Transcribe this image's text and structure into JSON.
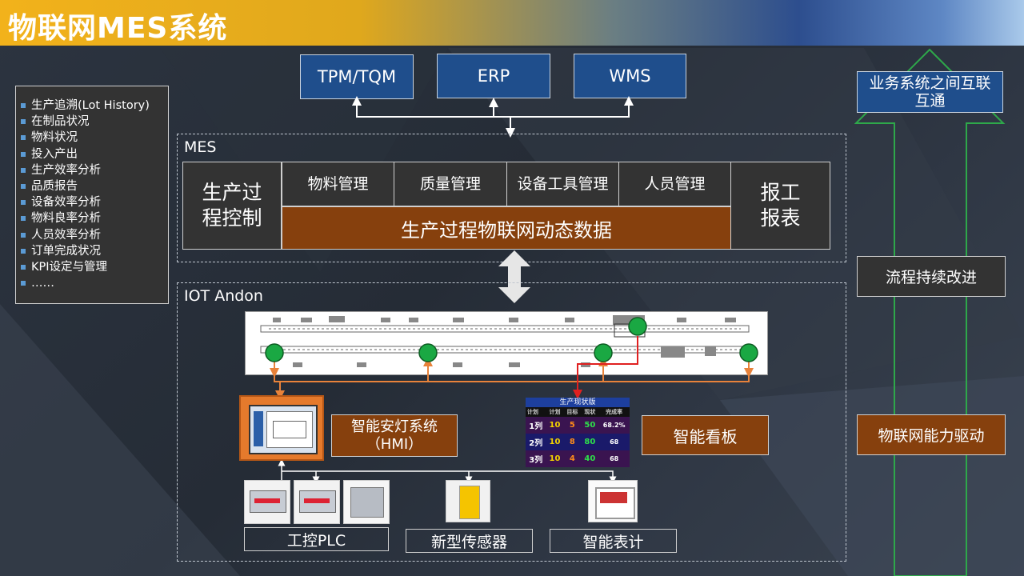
{
  "title": "物联网MES系统",
  "top_systems": [
    "TPM/TQM",
    "ERP",
    "WMS"
  ],
  "feature_list": [
    "生产追溯(Lot History)",
    "在制品状况",
    "物料状况",
    "投入产出",
    "生产效率分析",
    "品质报告",
    "设备效率分析",
    "物料良率分析",
    "人员效率分析",
    "订单完成状况",
    "KPI设定与管理",
    "……"
  ],
  "mes": {
    "label": "MES",
    "left_block": "生产过程控制",
    "modules": [
      "物料管理",
      "质量管理",
      "设备工具管理",
      "人员管理"
    ],
    "data_bar": "生产过程物联网动态数据",
    "right_block": "报工报表"
  },
  "iot": {
    "label": "IOT Andon",
    "hmi_label": "智能安灯系统（HMI）",
    "board_label": "智能看板",
    "devices": [
      "工控PLC",
      "新型传感器",
      "智能表计"
    ],
    "board": {
      "title": "生产现状版",
      "headers": [
        "计划",
        "目标",
        "现状",
        "完成率"
      ],
      "rows": [
        {
          "line": "1列",
          "plan": "10",
          "target": "5",
          "actual": "50",
          "rate": "68.2%"
        },
        {
          "line": "2列",
          "plan": "10",
          "target": "8",
          "actual": "80",
          "rate": "68"
        },
        {
          "line": "3列",
          "plan": "10",
          "target": "4",
          "actual": "40",
          "rate": "68"
        }
      ],
      "corner": "计划"
    }
  },
  "right_column": {
    "interconnect": "业务系统之间互联互通",
    "improve": "流程持续改进",
    "drive": "物联网能力驱动"
  },
  "colors": {
    "blue_box": "#1f4e8c",
    "brown_box": "#86400d",
    "dark_box": "#333333",
    "title_gradient_start": "#f2b21b",
    "green_node": "#1aa843",
    "orange_line": "#e8823a",
    "red_line": "#e02020"
  }
}
